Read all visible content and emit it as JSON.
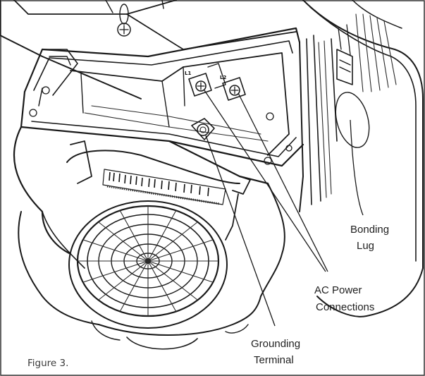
{
  "figure": {
    "caption": "Figure 3.",
    "callouts": {
      "bonding_lug": [
        "Bonding",
        "Lug"
      ],
      "ac_power": [
        "AC Power",
        "Connections"
      ],
      "grounding": [
        "Grounding",
        "Terminal"
      ]
    },
    "terminal_marks": {
      "l1": "L1",
      "l2": "L2"
    }
  }
}
